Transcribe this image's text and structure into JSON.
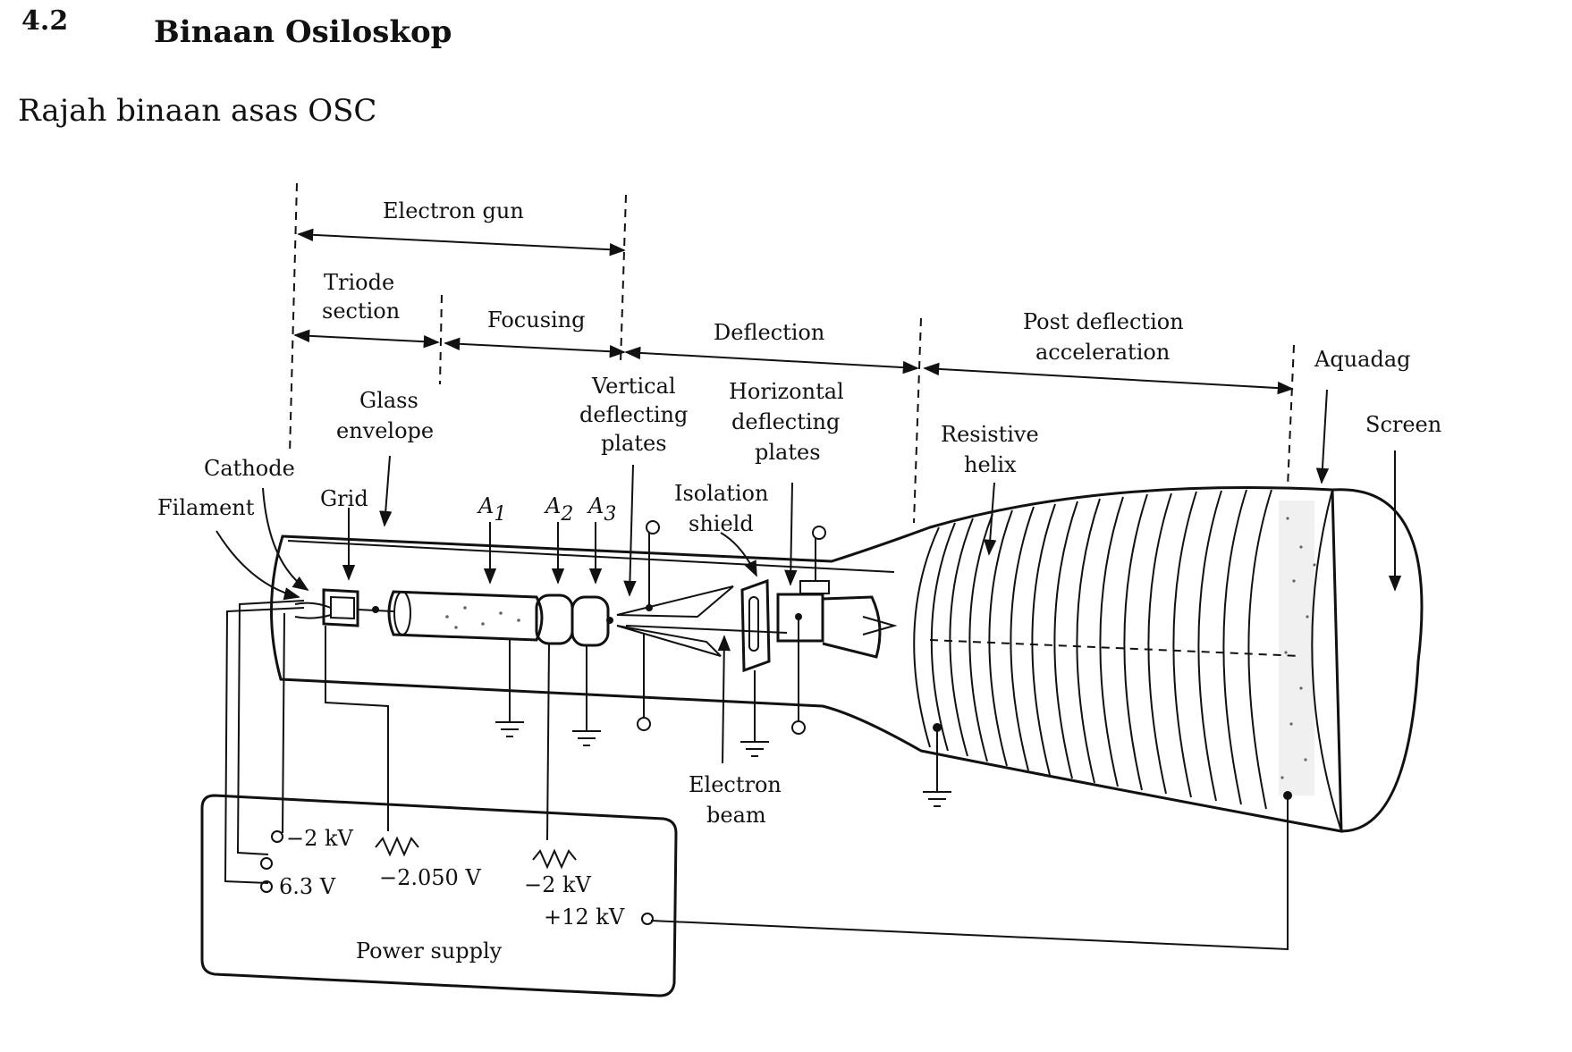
{
  "header": {
    "section_number": "4.2",
    "section_title": "Binaan Osiloskop",
    "subtitle": "Rajah binaan asas OSC"
  },
  "diagram": {
    "regions": {
      "electron_gun": "Electron gun",
      "triode_line1": "Triode",
      "triode_line2": "section",
      "focusing": "Focusing",
      "deflection": "Deflection",
      "post_line1": "Post deflection",
      "post_line2": "acceleration"
    },
    "parts": {
      "aquadag": "Aquadag",
      "screen": "Screen",
      "glass_line1": "Glass",
      "glass_line2": "envelope",
      "cathode": "Cathode",
      "filament": "Filament",
      "grid": "Grid",
      "a1": "A",
      "a1_sub": "1",
      "a2": "A",
      "a2_sub": "2",
      "a3": "A",
      "a3_sub": "3",
      "vertical_line1": "Vertical",
      "vertical_line2": "deflecting",
      "vertical_line3": "plates",
      "horizontal_line1": "Horizontal",
      "horizontal_line2": "deflecting",
      "horizontal_line3": "plates",
      "isolation_line1": "Isolation",
      "isolation_line2": "shield",
      "resistive_line1": "Resistive",
      "resistive_line2": "helix",
      "beam_line1": "Electron",
      "beam_line2": "beam"
    },
    "power_supply": {
      "title": "Power supply",
      "minus2kv_a": "−2 kV",
      "v63": "6.3 V",
      "minus2050": "−2.050 V",
      "minus2kv_b": "−2 kV",
      "plus12kv": "+12 kV"
    }
  }
}
